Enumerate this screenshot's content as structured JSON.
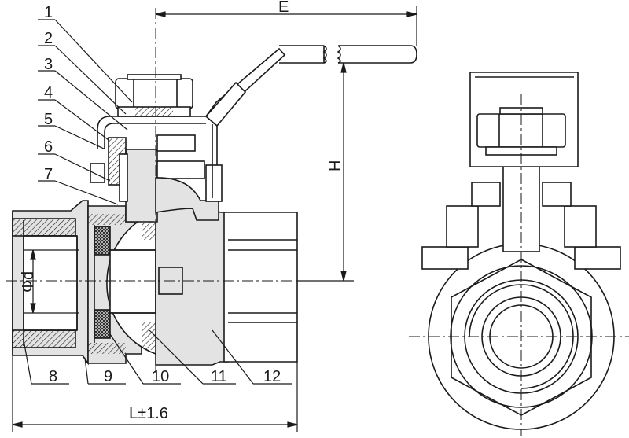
{
  "labels": [
    "1",
    "2",
    "3",
    "4",
    "5",
    "6",
    "7",
    "8",
    "9",
    "10",
    "11",
    "12"
  ],
  "dimensions": {
    "e": "E",
    "h": "H",
    "d": "Φd",
    "l": "L±1.6"
  },
  "colors": {
    "line": "#1a1a1a",
    "fill": "#e3e3e3",
    "seal": "#444444"
  }
}
